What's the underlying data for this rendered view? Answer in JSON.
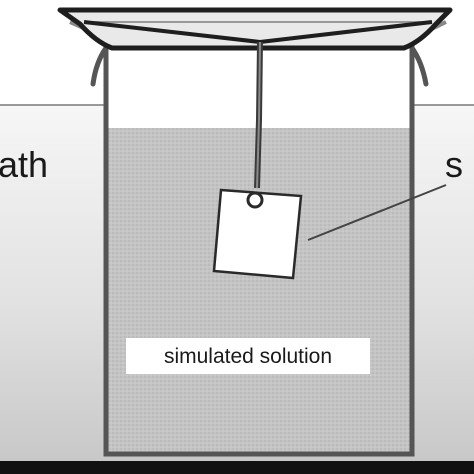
{
  "labels": {
    "bath": "ath",
    "sample": "s",
    "solution": "simulated solution"
  },
  "colors": {
    "bath_gradient_top": "#f4f4f4",
    "bath_gradient_bottom": "#c9c9c9",
    "solution_fill": "#c2c2c2",
    "beaker_outline": "#555555",
    "string": "#3a3a3a",
    "frame": "#1e1e1e"
  }
}
